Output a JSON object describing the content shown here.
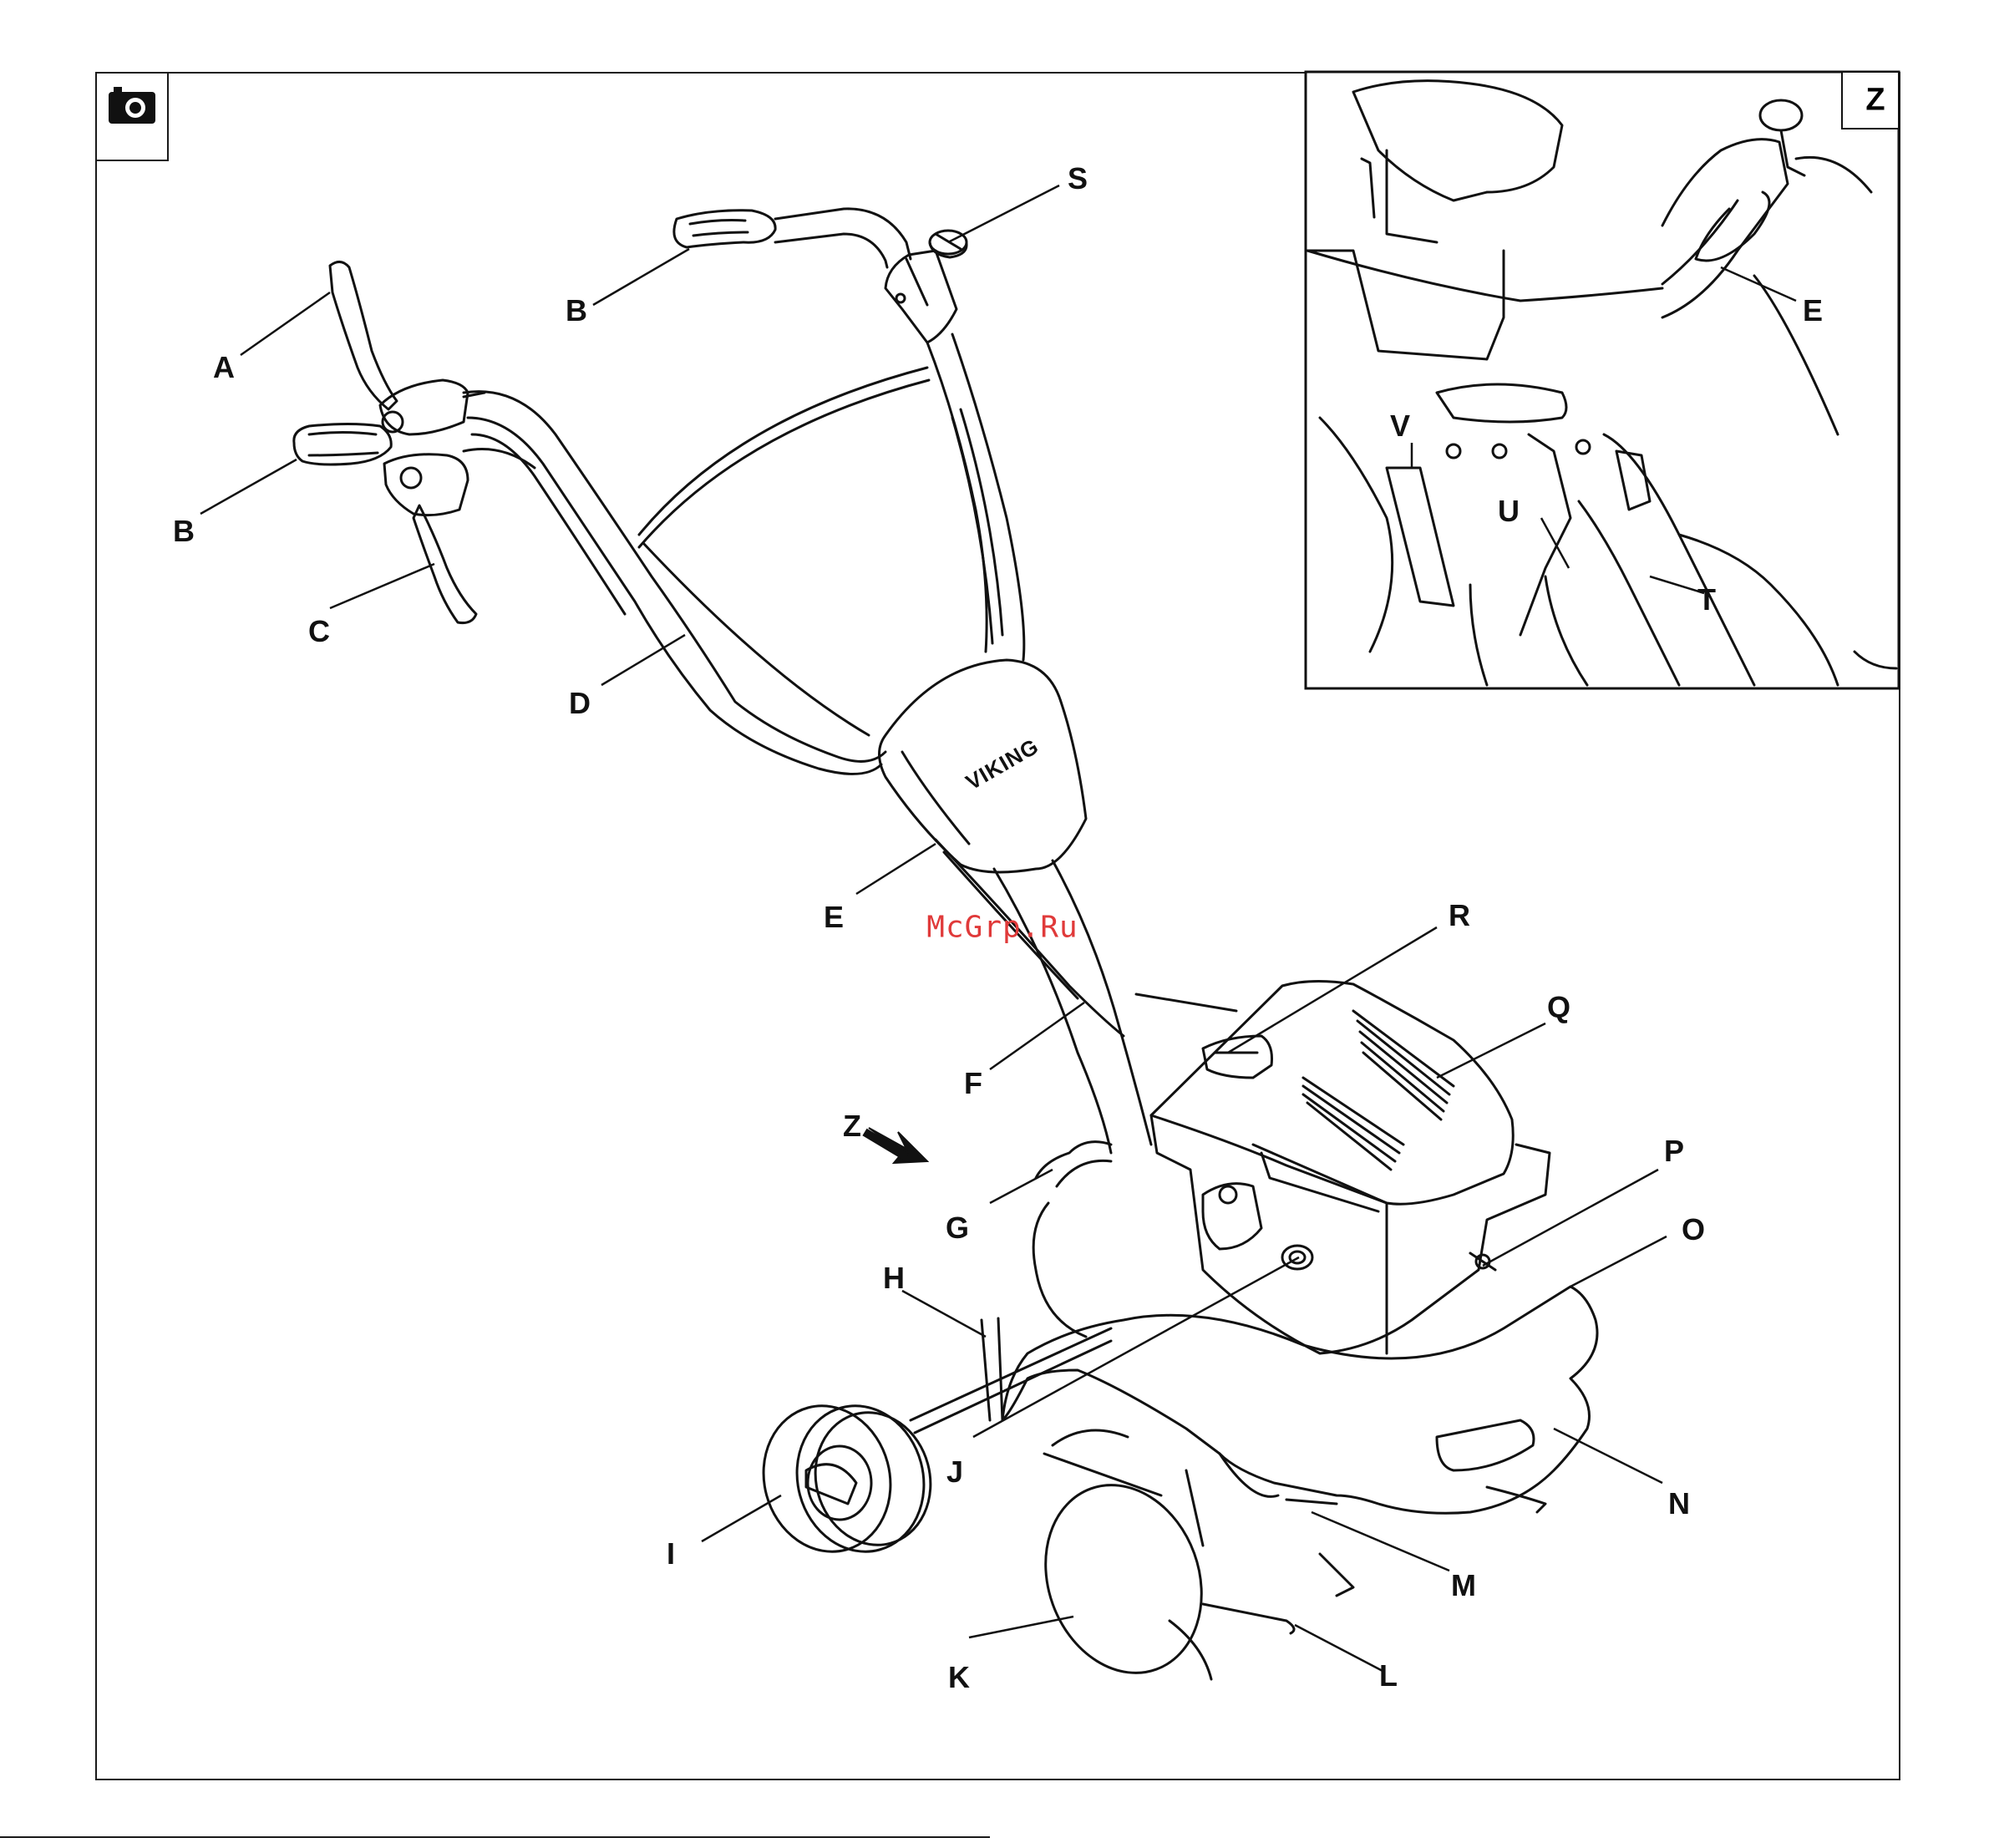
{
  "figure": {
    "camera_icon": "camera-icon",
    "inset_label": "Z",
    "arrow_label": "Z",
    "brand_on_handle": "VIKING",
    "watermark": "McGrp.Ru"
  },
  "labels": [
    {
      "id": "A",
      "text": "A"
    },
    {
      "id": "B1",
      "text": "B"
    },
    {
      "id": "B2",
      "text": "B"
    },
    {
      "id": "C",
      "text": "C"
    },
    {
      "id": "D",
      "text": "D"
    },
    {
      "id": "E",
      "text": "E"
    },
    {
      "id": "F",
      "text": "F"
    },
    {
      "id": "G",
      "text": "G"
    },
    {
      "id": "H",
      "text": "H"
    },
    {
      "id": "I",
      "text": "I"
    },
    {
      "id": "J",
      "text": "J"
    },
    {
      "id": "K",
      "text": "K"
    },
    {
      "id": "L",
      "text": "L"
    },
    {
      "id": "M",
      "text": "M"
    },
    {
      "id": "N",
      "text": "N"
    },
    {
      "id": "O",
      "text": "O"
    },
    {
      "id": "P",
      "text": "P"
    },
    {
      "id": "Q",
      "text": "Q"
    },
    {
      "id": "R",
      "text": "R"
    },
    {
      "id": "S",
      "text": "S"
    },
    {
      "id": "E_inset",
      "text": "E"
    },
    {
      "id": "T",
      "text": "T"
    },
    {
      "id": "U",
      "text": "U"
    },
    {
      "id": "V",
      "text": "V"
    }
  ]
}
